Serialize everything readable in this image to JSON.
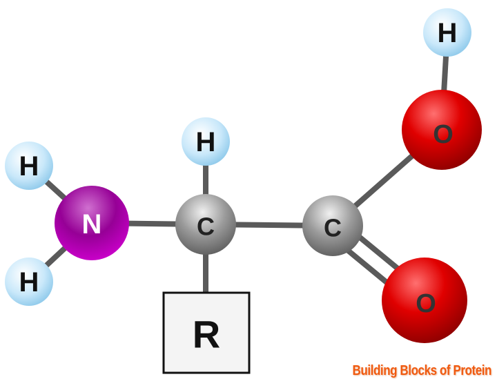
{
  "atoms": {
    "h_carboxyl": "H",
    "o_hydroxyl": "O",
    "h_amino_top": "H",
    "h_alpha": "H",
    "n_amino": "N",
    "c_alpha": "C",
    "c_carboxyl": "C",
    "h_amino_bottom": "H",
    "o_carbonyl": "O"
  },
  "side_chain": "R",
  "caption": "Building Blocks of Protein",
  "colors": {
    "hydrogen": "#bfe3f7",
    "oxygen": "#d40000",
    "nitrogen": "#8e008e",
    "carbon": "#8a8a8a",
    "bond": "#555555",
    "caption": "#f05a10"
  }
}
